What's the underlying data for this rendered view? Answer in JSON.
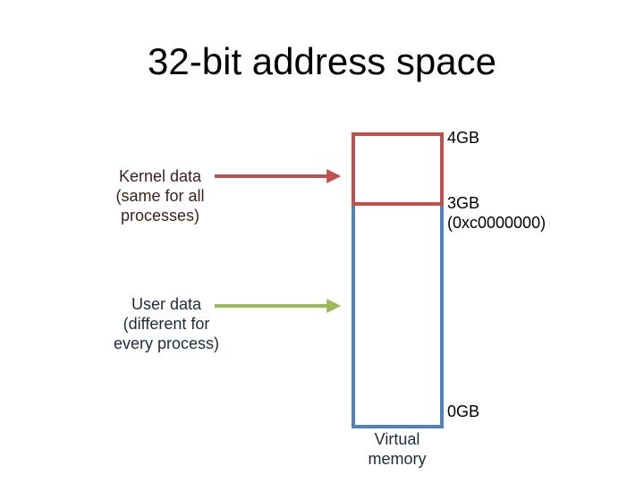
{
  "title": "32-bit address space",
  "regions": {
    "kernel": {
      "label": "Kernel data\n(same for all\nprocesses)",
      "color": "#c0504d"
    },
    "user": {
      "label": "User data\n(different for\nevery process)",
      "color": "#4f81bd"
    }
  },
  "arrows": {
    "kernel_color": "#c0504d",
    "user_color": "#9bbb59"
  },
  "markers": {
    "top": "4GB",
    "split": "3GB\n(0xc0000000)",
    "bottom": "0GB"
  },
  "column_label": "Virtual\nmemory"
}
